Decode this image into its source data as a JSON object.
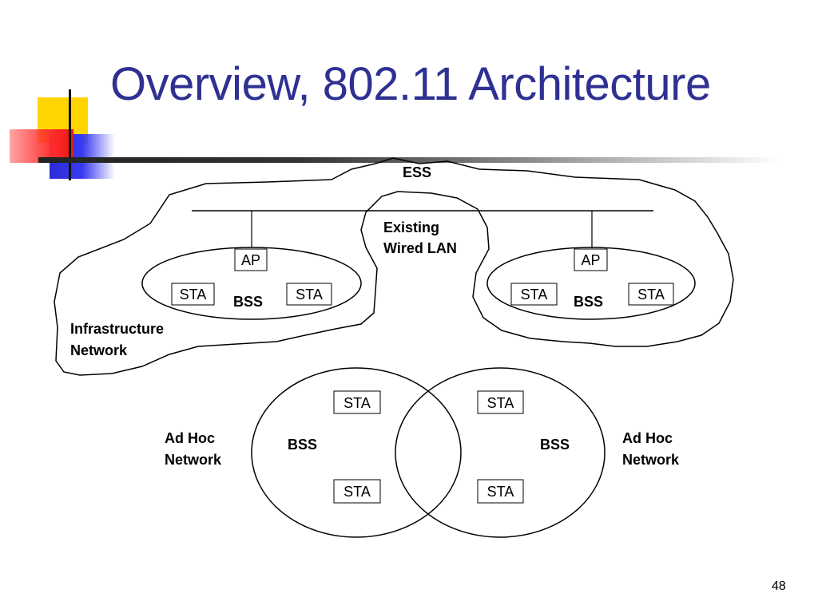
{
  "slide": {
    "title": "Overview, 802.11 Architecture",
    "page_number": "48"
  },
  "diagram": {
    "ess_label": "ESS",
    "wired_lan_label_line1": "Existing",
    "wired_lan_label_line2": "Wired LAN",
    "infrastructure_label_line1": "Infrastructure",
    "infrastructure_label_line2": "Network",
    "left_bss": {
      "ap": "AP",
      "sta_left": "STA",
      "sta_right": "STA",
      "bss": "BSS"
    },
    "right_bss": {
      "ap": "AP",
      "sta_left": "STA",
      "sta_right": "STA",
      "bss": "BSS"
    },
    "adhoc_left": {
      "label_line1": "Ad Hoc",
      "label_line2": "Network",
      "bss": "BSS",
      "sta_top": "STA",
      "sta_bottom": "STA"
    },
    "adhoc_right": {
      "label_line1": "Ad Hoc",
      "label_line2": "Network",
      "bss": "BSS",
      "sta_top": "STA",
      "sta_bottom": "STA"
    }
  }
}
